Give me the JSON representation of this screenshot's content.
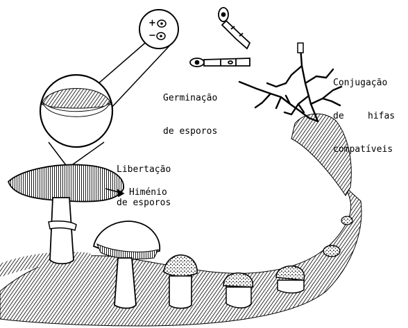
{
  "labels": {
    "germinacao": [
      "Germinação",
      "de esporos"
    ],
    "conjugacao": [
      "Conjugação",
      "de",
      "hifas",
      "compatíveis"
    ],
    "libertacao": [
      "Libertação",
      "de esporos"
    ],
    "himenio": "Himénio"
  },
  "spore_symbols": {
    "plus": "+",
    "minus": "−"
  },
  "colors": {
    "ink": "#000000",
    "paper": "#ffffff",
    "shade": "#3a3a3a"
  }
}
